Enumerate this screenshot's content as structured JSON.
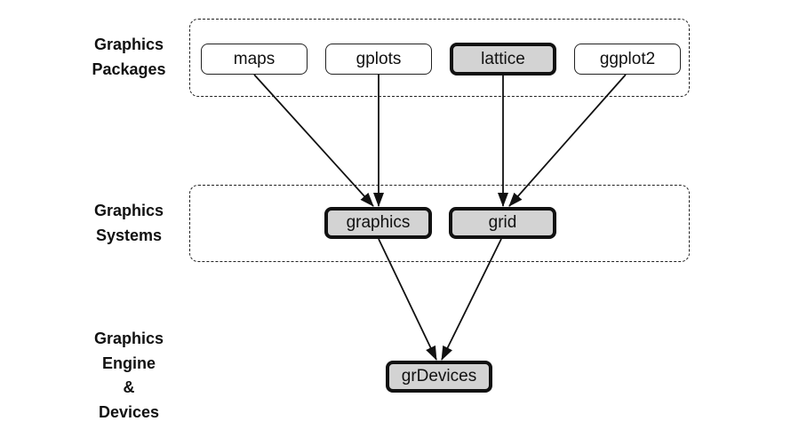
{
  "layers": {
    "packages": [
      "Graphics",
      "Packages"
    ],
    "systems": [
      "Graphics",
      "Systems"
    ],
    "engine": [
      "Graphics",
      "Engine",
      "&",
      "Devices"
    ]
  },
  "nodes": {
    "maps": "maps",
    "gplots": "gplots",
    "lattice": "lattice",
    "ggplot2": "ggplot2",
    "graphics": "graphics",
    "grid": "grid",
    "grdevices": "grDevices"
  },
  "edges": [
    {
      "from": "maps",
      "to": "graphics"
    },
    {
      "from": "gplots",
      "to": "graphics"
    },
    {
      "from": "lattice",
      "to": "grid"
    },
    {
      "from": "ggplot2",
      "to": "grid"
    },
    {
      "from": "graphics",
      "to": "grdevices"
    },
    {
      "from": "grid",
      "to": "grdevices"
    }
  ],
  "colors": {
    "core_fill": "#d3d3d3",
    "plain_fill": "#ffffff",
    "line": "#111111"
  }
}
